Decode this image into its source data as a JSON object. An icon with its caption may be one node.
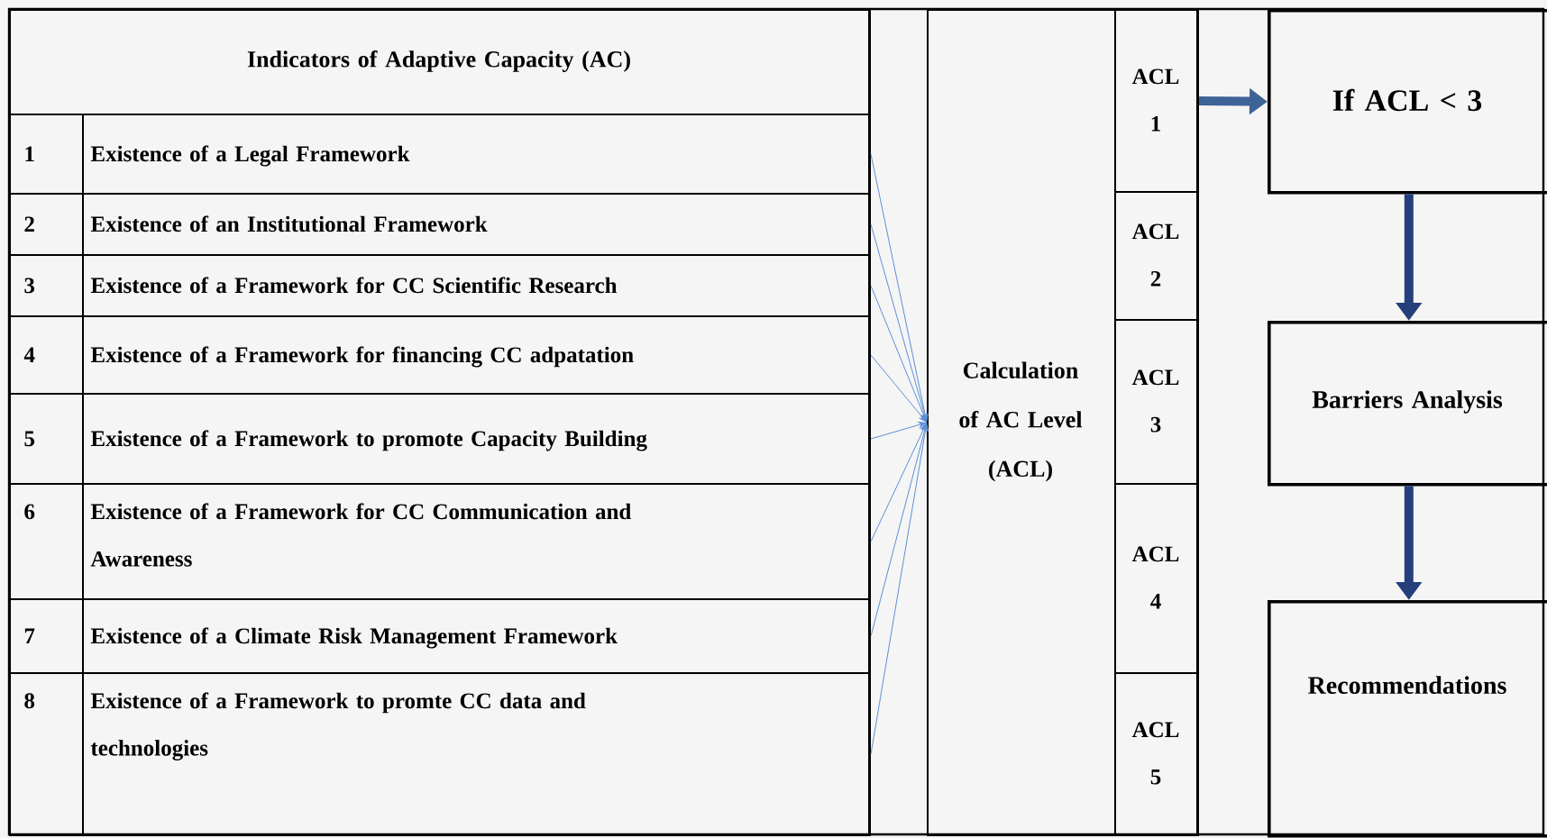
{
  "diagram": {
    "nodes": [
      {
        "text": [
          "Indicators of Adaptive Capacity (AC)"
        ]
      },
      {
        "text": [
          "1",
          "Existence of a Legal Framework"
        ]
      },
      {
        "text": [
          "2",
          "Existence of an Institutional Framework"
        ]
      },
      {
        "text": [
          "3",
          "Existence of a Framework for CC Scientific Research"
        ]
      },
      {
        "text": [
          "4",
          "Existence of a Framework for financing CC adpatation"
        ]
      },
      {
        "text": [
          "5",
          "Existence of a Framework to promote Capacity Building"
        ]
      },
      {
        "text": [
          "6",
          "Existence of a Framework for CC Communication and Awareness"
        ]
      },
      {
        "text": [
          "7",
          "Existence of a Climate Risk Management Framework"
        ]
      },
      {
        "text": [
          "8",
          "Existence of a Framework to promte CC data and technologies"
        ]
      },
      {
        "text": [
          "Calculation of AC Level (ACL)"
        ]
      },
      {
        "text": [
          "ACL 1"
        ]
      },
      {
        "text": [
          "ACL 2"
        ]
      },
      {
        "text": [
          "ACL 3"
        ]
      },
      {
        "text": [
          "ACL 4"
        ]
      },
      {
        "text": [
          "ACL 5"
        ]
      },
      {
        "text": [
          "If ACL < 3"
        ]
      },
      {
        "text": [
          "Barriers Analysis"
        ]
      },
      {
        "text": [
          "Recommendations"
        ]
      }
    ],
    "edges": [
      {
        "from": 1,
        "to": 9,
        "arrow": "to"
      },
      {
        "from": 2,
        "to": 9,
        "arrow": "to"
      },
      {
        "from": 3,
        "to": 9,
        "arrow": "to"
      },
      {
        "from": 4,
        "to": 9,
        "arrow": "to"
      },
      {
        "from": 5,
        "to": 9,
        "arrow": "to"
      },
      {
        "from": 6,
        "to": 9,
        "arrow": "to"
      },
      {
        "from": 7,
        "to": 9,
        "arrow": "to"
      },
      {
        "from": 8,
        "to": 9,
        "arrow": "to"
      },
      {
        "from": 10,
        "to": 15,
        "arrow": "to",
        "style": "thick",
        "color": "#3e6396"
      },
      {
        "from": 15,
        "to": 16,
        "arrow": "to",
        "style": "thick",
        "color": "#243f7a"
      },
      {
        "from": 16,
        "to": 17,
        "arrow": "to",
        "style": "thick",
        "color": "#243f7a"
      }
    ]
  }
}
